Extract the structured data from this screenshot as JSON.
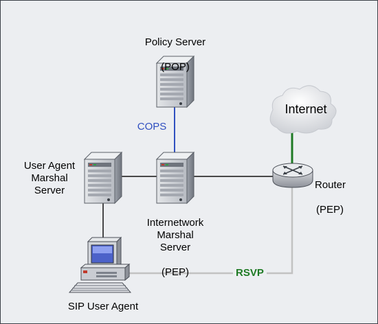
{
  "nodes": {
    "policy_server": {
      "name": "Policy Server",
      "role": "(POP)"
    },
    "ua_marshal": {
      "name": "User Agent\nMarshal\nServer"
    },
    "inet_marshal": {
      "name": "Internetwork\nMarshal\nServer",
      "role": "(PEP)"
    },
    "router": {
      "name": "Router",
      "role": "(PEP)"
    },
    "sip_agent": {
      "name": "SIP User Agent"
    },
    "internet": {
      "name": "Internet"
    }
  },
  "links": {
    "cops": {
      "label": "COPS",
      "color": "#2f4fc0"
    },
    "rsvp": {
      "label": "RSVP",
      "color": "#1e7a24"
    },
    "internet_uplink": {
      "color": "#1e7a24"
    }
  },
  "colors": {
    "background": "#eceef1",
    "wire": "#111111",
    "rsvp_path": "#c2c2c2",
    "server_body": "#c9ccd2"
  }
}
